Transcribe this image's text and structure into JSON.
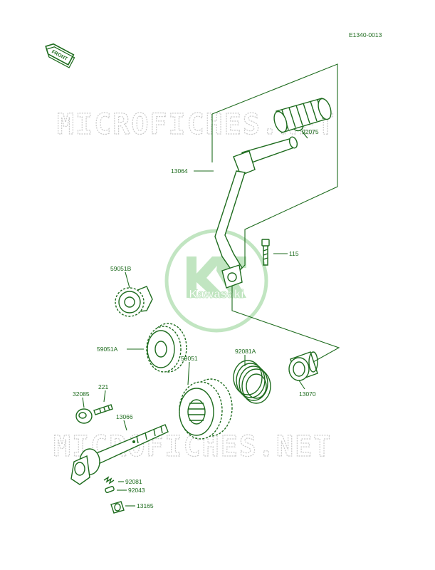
{
  "diagram_code": "E1340-0013",
  "front_label": "FRONT",
  "watermark_text": "MICROFICHES.NET",
  "logo": {
    "text": "Kawasaki",
    "color": "#6fbf6f"
  },
  "colors": {
    "line": "#1d6b1d",
    "watermark": "#c9c9c9"
  },
  "parts": [
    {
      "id": "92075"
    },
    {
      "id": "13064"
    },
    {
      "id": "115"
    },
    {
      "id": "59051B"
    },
    {
      "id": "59051A"
    },
    {
      "id": "59051"
    },
    {
      "id": "92081A"
    },
    {
      "id": "13070"
    },
    {
      "id": "32085"
    },
    {
      "id": "221"
    },
    {
      "id": "13066"
    },
    {
      "id": "92081"
    },
    {
      "id": "92043"
    },
    {
      "id": "13165"
    }
  ]
}
